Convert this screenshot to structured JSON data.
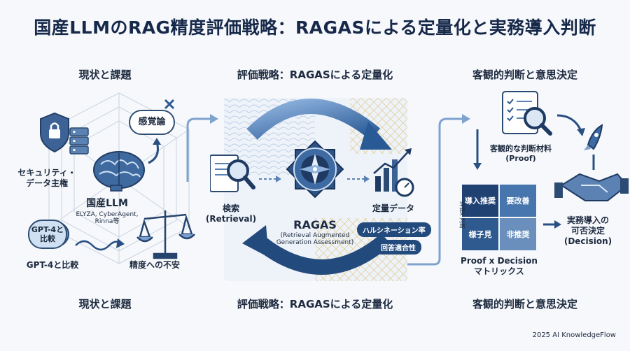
{
  "title": "国産LLMのRAG精度評価戦略：RAGASによる定量化と実務導入判断",
  "sections": {
    "left_top": "現状と課題",
    "mid_top": "評価戦略：RAGASによる定量化",
    "right_top": "客観的判断と意思決定",
    "left_bottom": "現状と課題",
    "mid_bottom": "評価戦略：RAGASによる定量化",
    "right_bottom": "客観的判断と意思決定"
  },
  "left": {
    "intuition": "感覚論",
    "security": "セキュリティ・\nデータ主権",
    "domestic_llm": "国産LLM",
    "domestic_llm_sub": "ELYZA, CyberAgent,\nRinna等",
    "gpt_bubble": "GPT-4と\n比較",
    "gpt_compare": "GPT-4と比較",
    "accuracy_worry": "精度への不安"
  },
  "middle": {
    "retrieval": "検索\n(Retrieval)",
    "ragas": "RAGAS",
    "ragas_sub": "(Retrieval Augmented\nGeneration Assessment)",
    "quant_data": "定量データ",
    "metric1": "ハルシネーション率",
    "metric2": "回答適合性"
  },
  "right": {
    "proof": "客観的な判断材料\n(Proof)",
    "matrix": {
      "cells": [
        "導入推奨",
        "要改善",
        "様子見",
        "非推奨"
      ],
      "axis_y": "評価x 判断",
      "colors": [
        "#1f4272",
        "#4676ad",
        "#2f5a8f",
        "#6a8fbd"
      ]
    },
    "matrix_title": "Proof x Decision\nマトリックス",
    "decision": "実務導入の\n可否決定\n(Decision)"
  },
  "footer": "2025 AI KnowledgeFlow",
  "colors": {
    "navy": "#17294a",
    "arrow": "#4c78b0",
    "arrow_dark": "#2a4f82"
  }
}
